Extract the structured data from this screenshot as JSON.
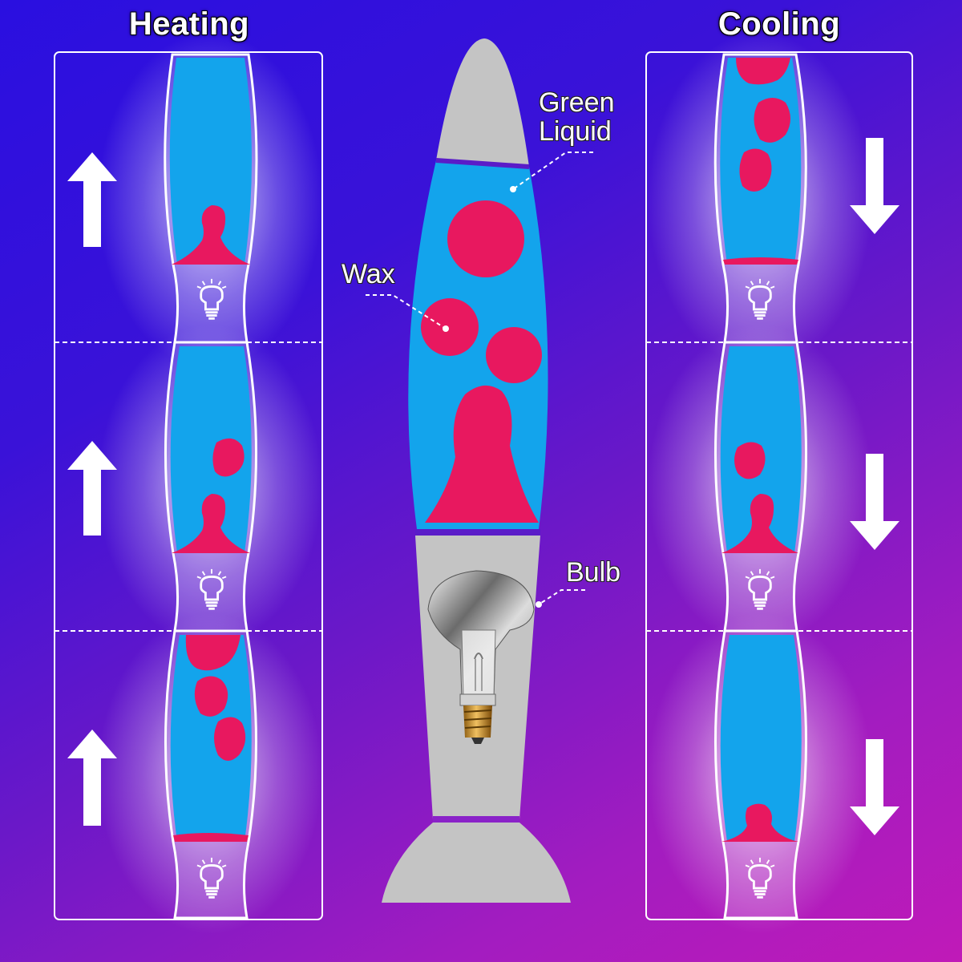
{
  "headings": {
    "heating": "Heating",
    "cooling": "Cooling"
  },
  "labels": {
    "liquid_line1": "Green",
    "liquid_line2": "Liquid",
    "wax": "Wax",
    "bulb": "Bulb"
  },
  "colors": {
    "background_top": "#2a0fe0",
    "background_bottom": "#c01ab8",
    "liquid": "#13a4ec",
    "wax": "#e8185f",
    "lamp_body": "#c4c4c4",
    "panel_border": "#ffffff"
  },
  "heating_steps": [
    {
      "arrow": "up",
      "icon": "bulb-icon"
    },
    {
      "arrow": "up",
      "icon": "bulb-icon"
    },
    {
      "arrow": "up",
      "icon": "bulb-icon"
    }
  ],
  "cooling_steps": [
    {
      "arrow": "down",
      "icon": "bulb-icon"
    },
    {
      "arrow": "down",
      "icon": "bulb-icon"
    },
    {
      "arrow": "down",
      "icon": "bulb-icon"
    }
  ]
}
